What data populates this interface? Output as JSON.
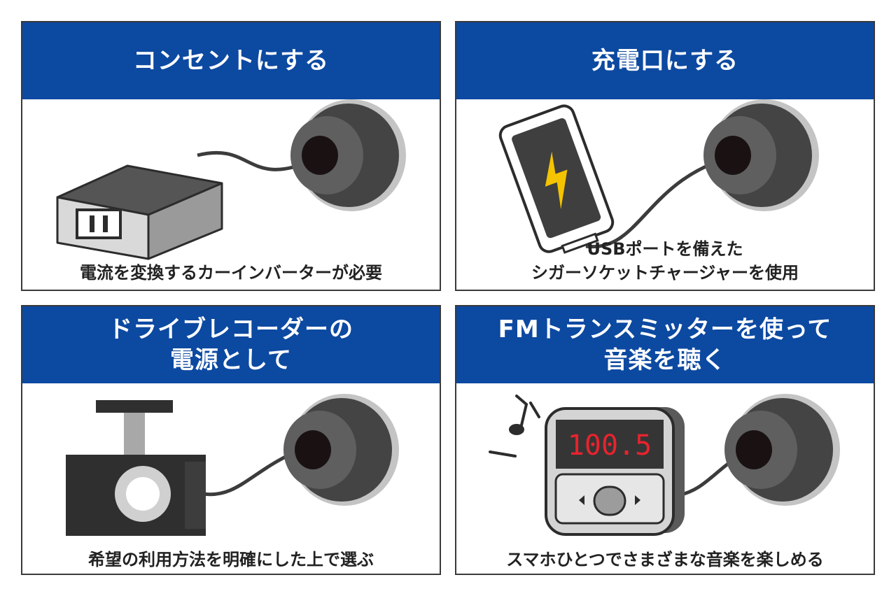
{
  "panels": [
    {
      "title": "コンセントにする",
      "caption": "電流を変換するカーインバーターが必要"
    },
    {
      "title": "充電口にする",
      "caption_lines": [
        "USBポートを備えた",
        "シガーソケットチャージャーを使用"
      ]
    },
    {
      "title_lines": [
        "ドライブレコーダーの",
        "電源として"
      ],
      "caption": "希望の利用方法を明確にした上で選ぶ"
    },
    {
      "title_lines": [
        "FMトランスミッターを使って",
        "音楽を聴く"
      ],
      "caption": "スマホひとつでさまざまな音楽を楽しめる",
      "display_value": "100.5"
    }
  ],
  "colors": {
    "header_blue": "#0c49a1",
    "display_red": "#e8232d",
    "lightning_yellow": "#f5c400",
    "socket_dark": "#3c3c3c"
  },
  "icons": [
    "socket-icon",
    "inverter-icon",
    "smartphone-icon",
    "lightning-icon",
    "dashcam-icon",
    "fm-transmitter-icon",
    "music-note-icon"
  ]
}
